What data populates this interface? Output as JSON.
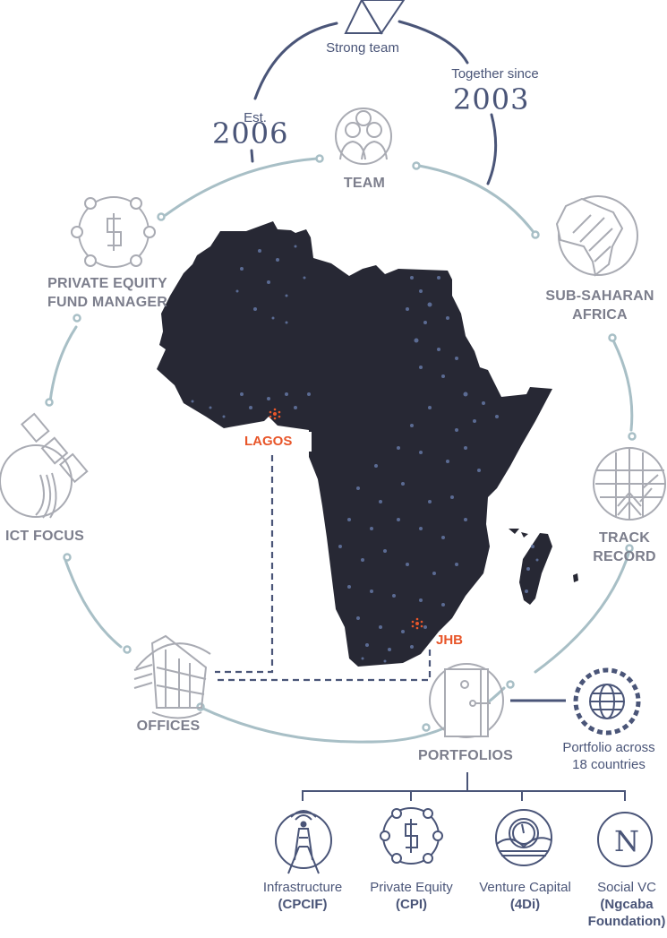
{
  "top": {
    "strong_team": "Strong team",
    "together_since": "Together since",
    "together_year": "2003",
    "est": "Est.",
    "est_year": "2006"
  },
  "ring_nodes": [
    {
      "id": "team",
      "label": "TEAM",
      "icon": "team-people-icon"
    },
    {
      "id": "sub-saharan-africa",
      "label_line1": "SUB-SAHARAN",
      "label_line2": "AFRICA",
      "icon": "africa-map-icon"
    },
    {
      "id": "track-record",
      "label_line1": "TRACK",
      "label_line2": "RECORD",
      "icon": "track-record-grid-icon"
    },
    {
      "id": "portfolios",
      "label": "PORTFOLIOS",
      "icon": "door-icon"
    },
    {
      "id": "offices",
      "label": "OFFICES",
      "icon": "office-building-icon"
    },
    {
      "id": "ict-focus",
      "label": "ICT FOCUS",
      "icon": "satellite-globe-icon"
    },
    {
      "id": "private-equity-fund-manager",
      "label_line1": "PRIVATE EQUITY",
      "label_line2": "FUND MANAGER",
      "icon": "dollar-network-icon"
    }
  ],
  "map": {
    "cities": [
      {
        "name": "LAGOS"
      },
      {
        "name": "JHB"
      }
    ]
  },
  "portfolio_reach": {
    "line1": "Portfolio across",
    "line2": "18 countries",
    "icon": "globe-pins-icon"
  },
  "portfolio_branches": [
    {
      "name": "Infrastructure",
      "detail": "(CPCIF)",
      "icon": "telecom-tower-icon"
    },
    {
      "name": "Private Equity",
      "detail": "(CPI)",
      "icon": "dollar-network-icon"
    },
    {
      "name": "Venture Capital",
      "detail": "(4Di)",
      "icon": "clock-wave-icon"
    },
    {
      "name": "Social VC",
      "detail": "(Ngcaba",
      "detail2": "Foundation)",
      "icon": "ngcaba-logo-icon"
    }
  ],
  "colors": {
    "navy": "#4a5578",
    "grey_icon": "#a9abb3",
    "label_grey": "#7c7e8c",
    "ring": "#a8bfc6",
    "map_fill": "#272834",
    "map_dot": "#5b6b93",
    "accent": "#e8562a"
  }
}
